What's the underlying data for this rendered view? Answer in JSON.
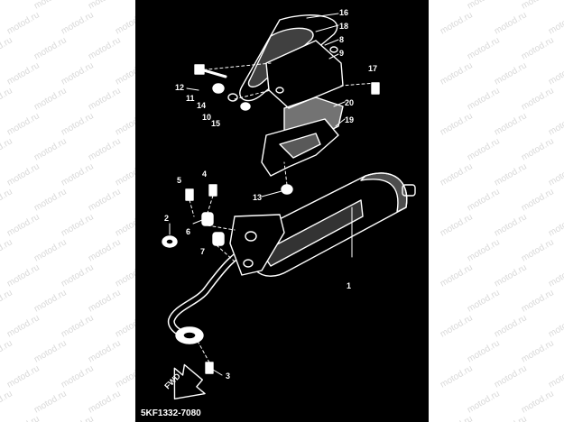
{
  "diagram": {
    "reference_code": "5KF1332-7080",
    "watermark_text": "motod.ru",
    "direction_label": "FWD",
    "callouts": [
      "1",
      "2",
      "3",
      "4",
      "5",
      "6",
      "7",
      "8",
      "9",
      "10",
      "11",
      "12",
      "13",
      "14",
      "15",
      "16",
      "17",
      "18",
      "19",
      "20"
    ]
  },
  "colors": {
    "panel_background": "#000000",
    "line_art": "#ffffff",
    "watermark": "#d9d9d9",
    "page_background": "#ffffff"
  }
}
